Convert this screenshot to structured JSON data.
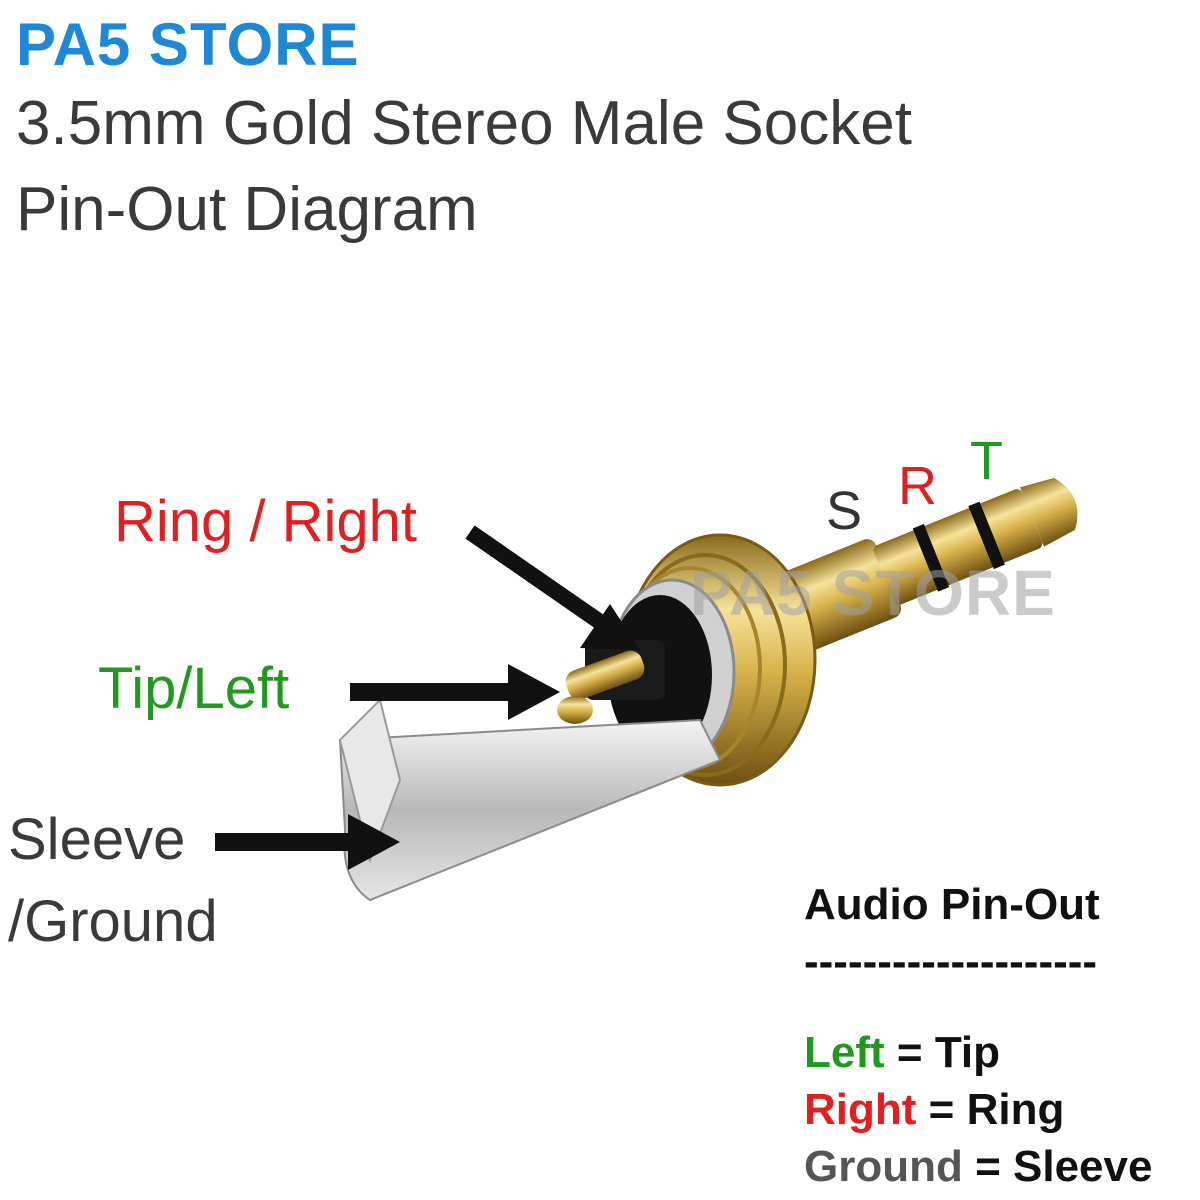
{
  "header": {
    "store_name": "PA5 STORE",
    "subtitle_line1": "3.5mm Gold Stereo Male Socket",
    "subtitle_line2": "Pin-Out Diagram"
  },
  "labels": {
    "ring": "Ring / Right",
    "tip": "Tip/Left",
    "sleeve_line1": "Sleeve",
    "sleeve_line2": "/Ground",
    "s": "S",
    "r": "R",
    "t": "T"
  },
  "watermark": "PA5 STORE",
  "legend": {
    "title": "Audio Pin-Out",
    "divider": "--------------------",
    "rows": [
      {
        "signal": "Left",
        "sep": " = ",
        "pin": "Tip",
        "signal_color": "#1f9a1f"
      },
      {
        "signal": "Right",
        "sep": " = ",
        "pin": "Ring",
        "signal_color": "#e02020"
      },
      {
        "signal": "Ground",
        "sep": " = ",
        "pin": "Sleeve",
        "signal_color": "#555555"
      }
    ]
  },
  "colors": {
    "brand_blue": "#1e88d8",
    "tip_green": "#1f9a1f",
    "ring_red": "#e02020",
    "text_gray": "#3a3a3a",
    "gold": "#d8b24a"
  },
  "icons": [
    "arrow-icon",
    "audio-jack-plug-icon"
  ]
}
